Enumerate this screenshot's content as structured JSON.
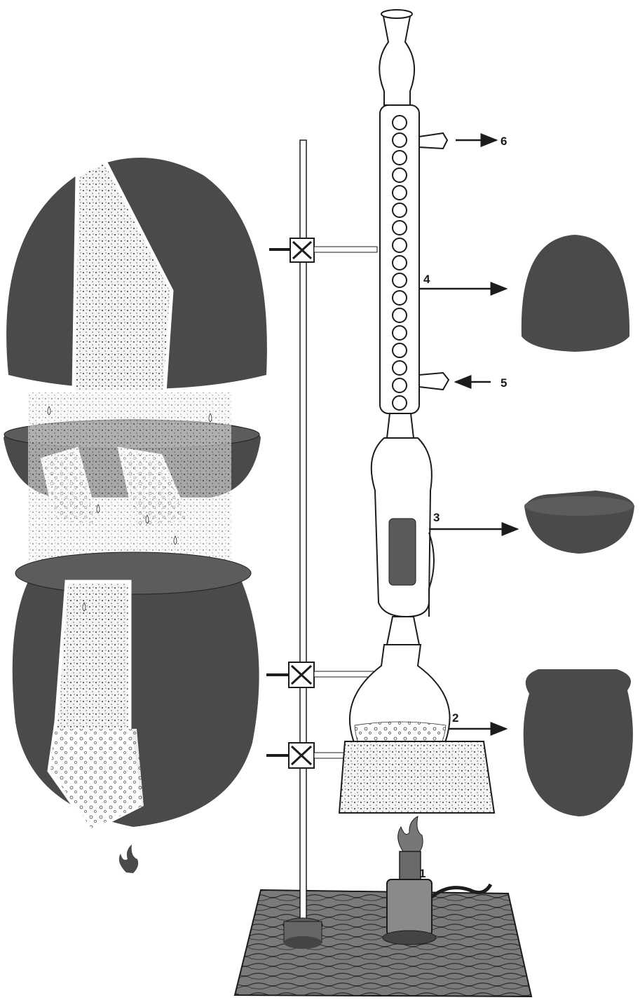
{
  "colors": {
    "vessel_dark": "#4a4a4a",
    "vessel_mid": "#5a5a5a",
    "ink": "#1c1c1c",
    "glass": "#ffffff",
    "speckle": "#f2f2f2",
    "board": "#6b6b6b",
    "arrow_gray": "#8a8a8a"
  },
  "icons": {
    "flame": "flame-icon",
    "drop": "droplet-icon"
  },
  "labels": [
    {
      "id": "burner",
      "text": "1"
    },
    {
      "id": "flask",
      "text": "2"
    },
    {
      "id": "extractor",
      "text": "3"
    },
    {
      "id": "condenser",
      "text": "4"
    },
    {
      "id": "water-in",
      "text": "5"
    },
    {
      "id": "water-out",
      "text": "6"
    }
  ]
}
